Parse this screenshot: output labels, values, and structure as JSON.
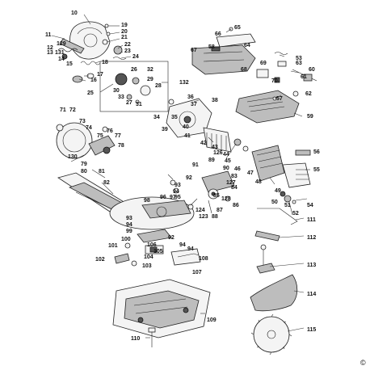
{
  "diagram": {
    "callouts": [
      "10",
      "19",
      "20",
      "21",
      "22",
      "23",
      "24",
      "11",
      "12",
      "13",
      "14",
      "15",
      "16",
      "17",
      "18",
      "25",
      "26",
      "27",
      "28",
      "29",
      "30",
      "31",
      "32",
      "33",
      "34",
      "35",
      "36",
      "37",
      "38",
      "39",
      "40",
      "41",
      "42",
      "43",
      "44",
      "45",
      "46",
      "47",
      "48",
      "49",
      "50",
      "51",
      "52",
      "53",
      "54",
      "55",
      "56",
      "57",
      "58",
      "59",
      "60",
      "61",
      "62",
      "63",
      "64",
      "65",
      "66",
      "67",
      "68",
      "69",
      "70",
      "71",
      "72",
      "73",
      "74",
      "75",
      "76",
      "77",
      "78",
      "79",
      "80",
      "81",
      "82",
      "83",
      "84",
      "85",
      "86",
      "87",
      "88",
      "89",
      "90",
      "91",
      "92",
      "93",
      "94",
      "95",
      "96",
      "97",
      "98",
      "99",
      "100",
      "101",
      "102",
      "103",
      "104",
      "105",
      "106",
      "107",
      "108",
      "109",
      "110",
      "111",
      "112",
      "113",
      "114",
      "115",
      "123",
      "124",
      "125",
      "126",
      "127",
      "128",
      "129",
      "130",
      "131",
      "132"
    ],
    "copyright": "©"
  }
}
